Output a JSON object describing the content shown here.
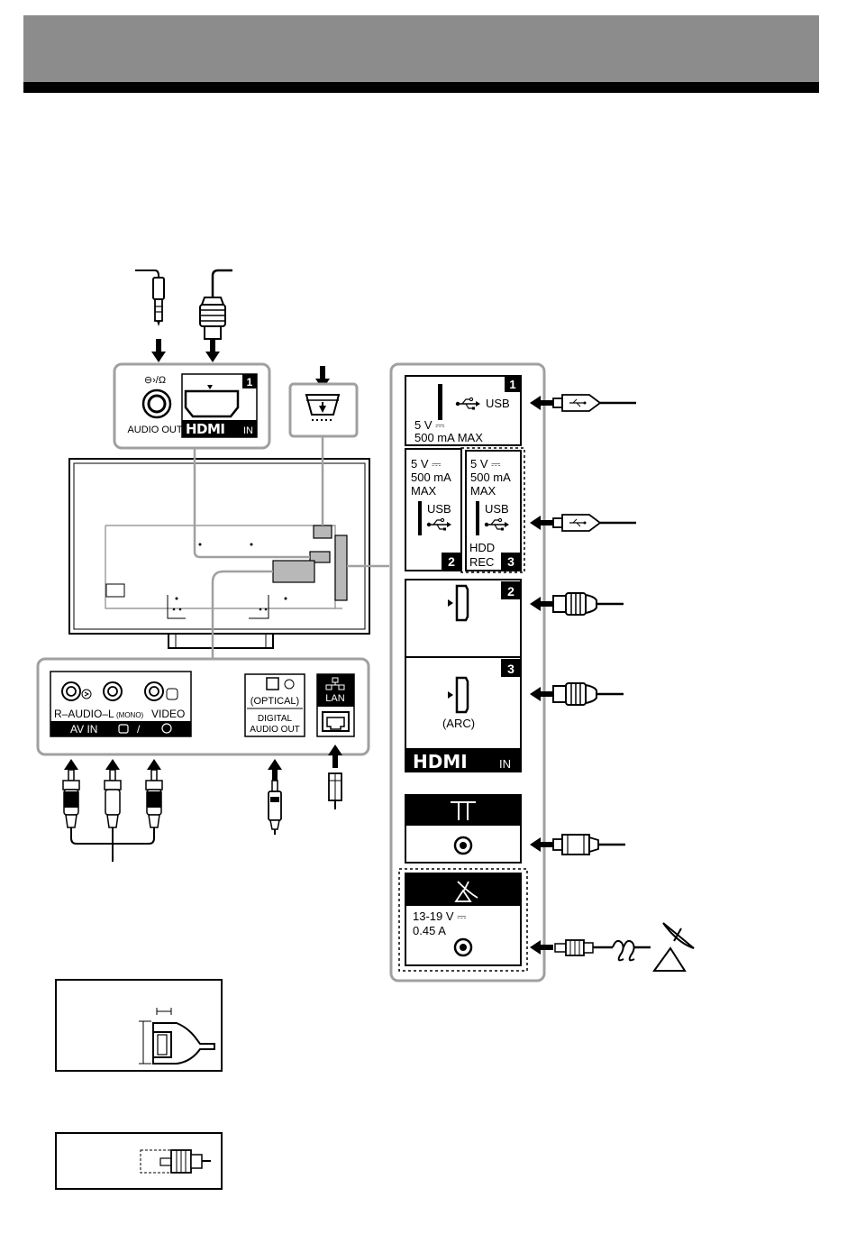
{
  "diagram": {
    "side_panel": {
      "audio_out": {
        "label": "AUDIO OUT",
        "symbol": "⊖›/Ω"
      },
      "hdmi_1": {
        "number": "1",
        "logo": "HDMI",
        "suffix": "IN"
      }
    },
    "right_panel": {
      "usb_1": {
        "number": "1",
        "usb": "USB",
        "voltage": "5 V ⎓",
        "current": "500 mA MAX"
      },
      "usb_2": {
        "number": "2",
        "voltage": "5 V ⎓",
        "current": "500 mA",
        "max": "MAX",
        "usb": "USB"
      },
      "usb_3": {
        "number": "3",
        "voltage": "5 V ⎓",
        "current": "500 mA",
        "max": "MAX",
        "usb": "USB",
        "hdd": "HDD",
        "rec": "REC"
      },
      "hdmi_2": {
        "number": "2"
      },
      "hdmi_3": {
        "number": "3",
        "arc": "(ARC)"
      },
      "hdmi_logo": {
        "logo": "HDMI",
        "suffix": "IN"
      },
      "satellite": {
        "voltage": "13-19 V ⎓",
        "current": "0.45 A"
      }
    },
    "bottom_panel": {
      "av_in": {
        "audio_label": "R–AUDIO–L",
        "mono_label": "(MONO)",
        "video_label": "VIDEO",
        "av_in_label": "AV IN",
        "slash": "/"
      },
      "digital_audio_out": {
        "optical": "(OPTICAL)",
        "line1": "DIGITAL",
        "line2": "AUDIO OUT"
      },
      "lan": {
        "label": "LAN"
      }
    }
  },
  "colors": {
    "header_band": "#8c8c8c",
    "header_bar": "#000000",
    "panel_border": "#a0a0a0",
    "tv_gray": "#b8b8b8"
  },
  "icons": [
    "usb-icon",
    "hdmi-plug-icon",
    "satellite-dish-icon",
    "antenna-icon",
    "lan-icon",
    "headphone-icon",
    "arrow-icon"
  ]
}
